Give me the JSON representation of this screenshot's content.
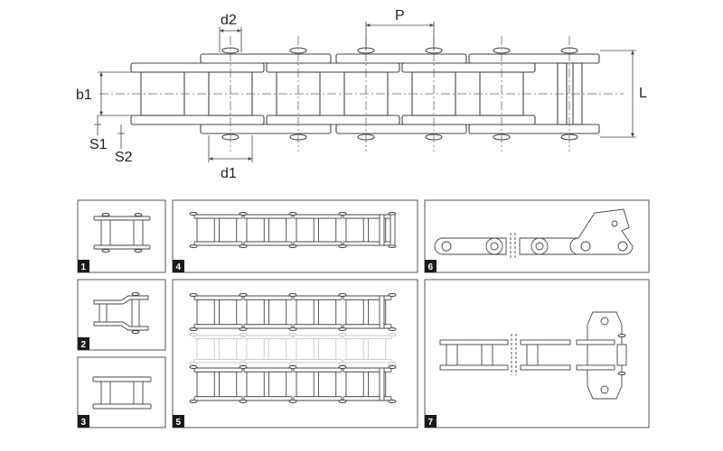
{
  "colors": {
    "line": "#444444",
    "plate_fill": "#ffffff",
    "panel_border": "#555555",
    "badge_bg": "#1a1a1a",
    "badge_text": "#ffffff",
    "centerline": "#666666",
    "faded": "#d0d0d0"
  },
  "main_drawing": {
    "labels": {
      "d2": "d2",
      "p": "P",
      "b1": "b1",
      "l": "L",
      "s1": "S1",
      "s2": "S2",
      "d1": "d1"
    }
  },
  "panels": [
    {
      "number": "1"
    },
    {
      "number": "2"
    },
    {
      "number": "3"
    },
    {
      "number": "4"
    },
    {
      "number": "5"
    },
    {
      "number": "6"
    },
    {
      "number": "7"
    }
  ]
}
